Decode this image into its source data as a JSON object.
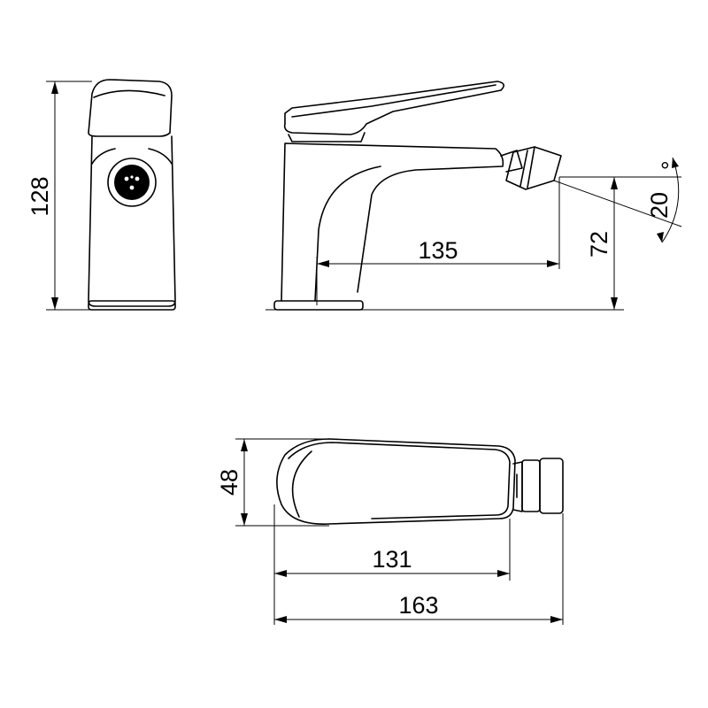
{
  "drawing": {
    "dimensions": {
      "height_total": "128",
      "spout_reach": "135",
      "aerator_height": "72",
      "aerator_angle": "20",
      "degree_symbol": "°",
      "body_depth": "48",
      "body_length": "131",
      "total_length": "163"
    }
  }
}
